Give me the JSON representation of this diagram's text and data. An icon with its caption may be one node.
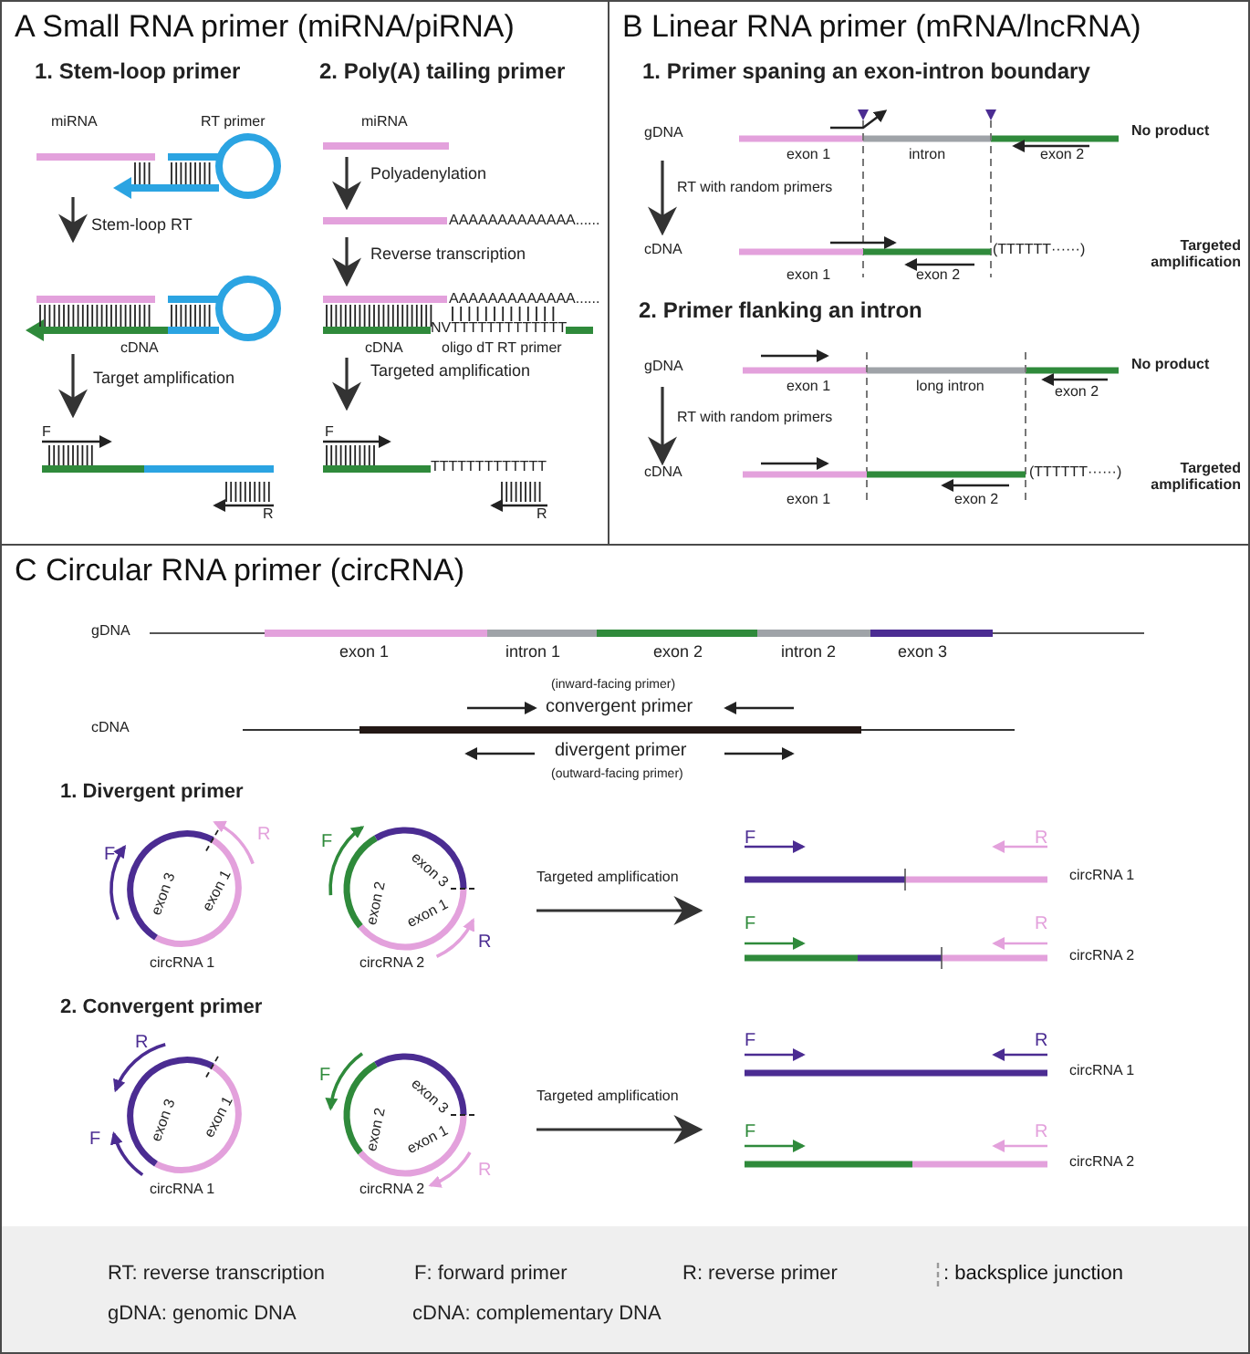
{
  "diagram": {
    "nodes": [
      {
        "text": [
          "A Small RNA primer (miRNA/piRNA)"
        ]
      },
      {
        "text": [
          "B Linear RNA primer (mRNA/lncRNA)"
        ]
      },
      {
        "text": [
          "C Circular RNA primer (circRNA)"
        ]
      }
    ],
    "labels": [
      "1. Stem-loop primer",
      "2. Poly(A) tailing primer",
      "miRNA",
      "RT primer",
      "miRNA",
      "Polyadenylation",
      "AAAAAAAAAAAAA......",
      "Stem-loop RT",
      "Reverse transcription",
      "AAAAAAAAAAAAA......",
      "NVTTTTTTTTTTTTT",
      "cDNA",
      "cDNA",
      "oligo dT RT primer",
      "Target amplification",
      "Targeted amplification",
      "F",
      "F",
      "TTTTTTTTTTTTT",
      "R",
      "R",
      "1. Primer spaning an exon-intron boundary",
      "gDNA",
      "No product",
      "exon 1",
      "intron",
      "exon 2",
      "RT with random primers",
      "cDNA",
      "(TTTTTT······)",
      "Targeted amplification",
      "exon 1",
      "exon 2",
      "2. Primer flanking an intron",
      "gDNA",
      "No product",
      "exon 1",
      "long intron",
      "exon 2",
      "RT with random primers",
      "cDNA",
      "(TTTTTT······)",
      "Targeted amplification",
      "exon 1",
      "exon 2",
      "gDNA",
      "exon 1",
      "intron 1",
      "exon 2",
      "intron 2",
      "exon 3",
      "(inward-facing primer)",
      "convergent primer",
      "cDNA",
      "divergent primer",
      "(outward-facing primer)",
      "1. Divergent primer",
      "F",
      "exon 3",
      "R",
      "exon 1",
      "F",
      "exon 2",
      "exon 3",
      "exon 1",
      "R",
      "Targeted amplification",
      "F",
      "R",
      "circRNA 1",
      "circRNA 1",
      "circRNA 2",
      "F",
      "R",
      "circRNA 2",
      "2. Convergent primer",
      "R",
      "exon 3",
      "exon 1",
      "F",
      "F",
      "exon 2",
      "exon 3",
      "exon 1",
      "R",
      "Targeted amplification",
      "F",
      "R",
      "circRNA 1",
      "F",
      "R",
      "circRNA 2",
      "circRNA 1",
      "circRNA 2",
      "RT: reverse transcription",
      "F: forward primer",
      "R: reverse primer",
      "gDNA: genomic DNA",
      "cDNA: complementary DNA"
    ],
    "legend": [
      {
        "text": ": backsplice junction"
      }
    ]
  }
}
